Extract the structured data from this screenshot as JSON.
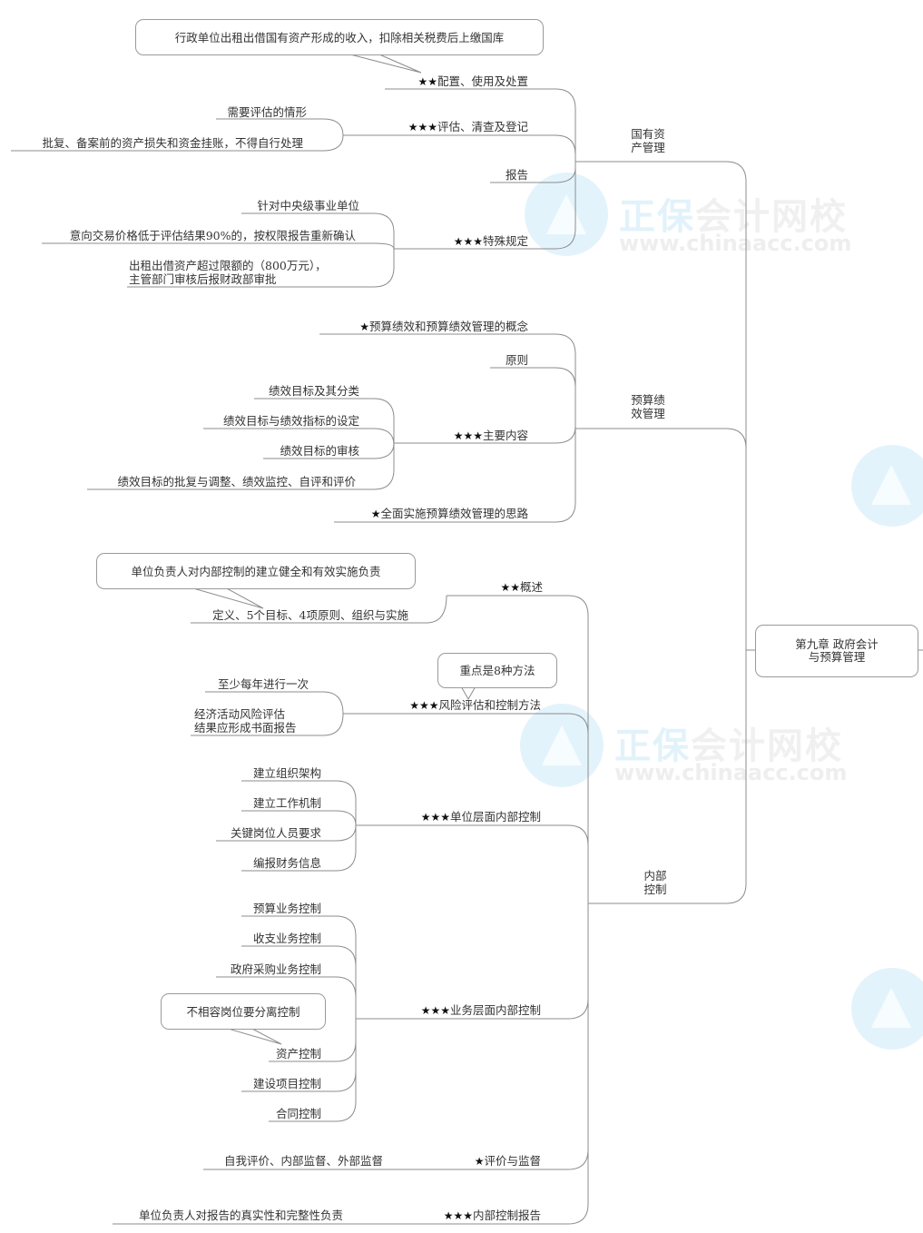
{
  "root": {
    "line1": "第九章 政府会计",
    "line2": "与预算管理"
  },
  "watermark": {
    "brand_blue": "正保",
    "brand_grey": "会计网校",
    "url": "www.chinaacc.com",
    "color_circle": "#e3f3fc"
  },
  "branches": [
    {
      "title_line1": "国有资",
      "title_line2": "产管理",
      "children": [
        {
          "stars": "★★",
          "label": "配置、使用及处置",
          "callout": "行政单位出租出借国有资产形成的收入，扣除相关税费后上缴国库"
        },
        {
          "stars": "★★★",
          "label": "评估、清查及登记",
          "children": [
            "需要评估的情形",
            "批复、备案前的资产损失和资金挂账，不得自行处理"
          ]
        },
        {
          "stars": "",
          "label": "报告"
        },
        {
          "stars": "★★★",
          "label": "特殊规定",
          "children": [
            "针对中央级事业单位",
            "意向交易价格低于评估结果90%的，按权限报告重新确认",
            {
              "line1": "出租出借资产超过限额的（800万元），",
              "line2": "主管部门审核后报财政部审批"
            }
          ]
        }
      ]
    },
    {
      "title_line1": "预算绩",
      "title_line2": "效管理",
      "children": [
        {
          "stars": "★",
          "label": "预算绩效和预算绩效管理的概念"
        },
        {
          "stars": "",
          "label": "原则"
        },
        {
          "stars": "★★★",
          "label": "主要内容",
          "children": [
            "绩效目标及其分类",
            "绩效目标与绩效指标的设定",
            "绩效目标的审核",
            "绩效目标的批复与调整、绩效监控、自评和评价"
          ]
        },
        {
          "stars": "★",
          "label": "全面实施预算绩效管理的思路"
        }
      ]
    },
    {
      "title_line1": "内部",
      "title_line2": "控制",
      "children": [
        {
          "stars": "★★",
          "label": "概述",
          "children": [
            "定义、5个目标、4项原则、组织与实施"
          ],
          "callout": "单位负责人对内部控制的建立健全和有效实施负责"
        },
        {
          "stars": "★★★",
          "label": "风险评估和控制方法",
          "callout": "重点是8种方法",
          "children": [
            "至少每年进行一次",
            {
              "line1": "经济活动风险评估",
              "line2": "结果应形成书面报告"
            }
          ]
        },
        {
          "stars": "★★★",
          "label": "单位层面内部控制",
          "children": [
            "建立组织架构",
            "建立工作机制",
            "关键岗位人员要求",
            "编报财务信息"
          ]
        },
        {
          "stars": "★★★",
          "label": "业务层面内部控制",
          "children": [
            "预算业务控制",
            "收支业务控制",
            "政府采购业务控制",
            "资产控制",
            "建设项目控制",
            "合同控制"
          ],
          "callout": "不相容岗位要分离控制"
        },
        {
          "stars": "★",
          "label": "评价与监督",
          "children": [
            "自我评价、内部监督、外部监督"
          ]
        },
        {
          "stars": "★★★",
          "label": "内部控制报告",
          "children": [
            "单位负责人对报告的真实性和完整性负责"
          ]
        }
      ]
    }
  ]
}
